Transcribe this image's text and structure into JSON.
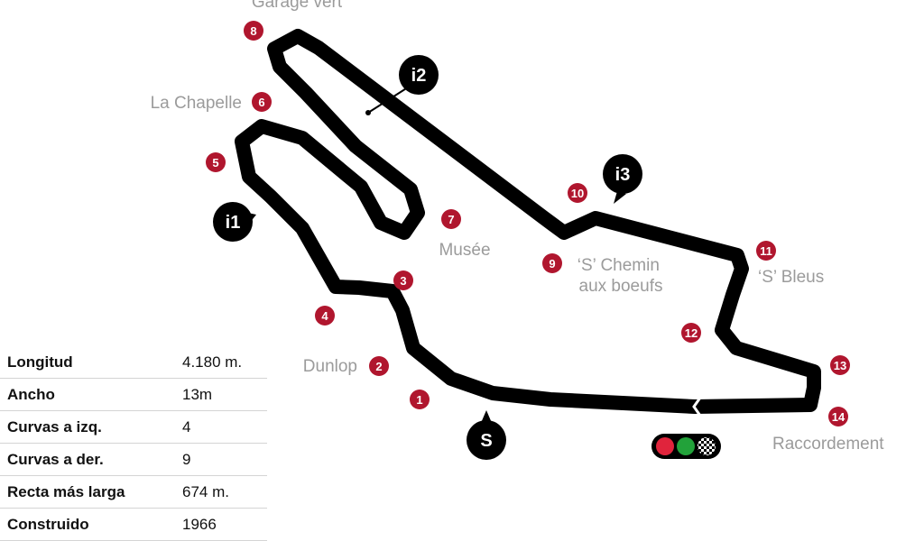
{
  "track": {
    "corners": [
      {
        "num": "1"
      },
      {
        "num": "2",
        "name": "Dunlop"
      },
      {
        "num": "3"
      },
      {
        "num": "4"
      },
      {
        "num": "5"
      },
      {
        "num": "6",
        "name": "La Chapelle"
      },
      {
        "num": "7",
        "name": "Musée"
      },
      {
        "num": "8",
        "name": "Garage vert"
      },
      {
        "num": "9",
        "name": "‘S’ Chemin aux boeufs"
      },
      {
        "num": "10"
      },
      {
        "num": "11",
        "name": "‘S’ Bleus"
      },
      {
        "num": "12"
      },
      {
        "num": "13"
      },
      {
        "num": "14",
        "name": "Raccordement"
      }
    ],
    "intermediates": [
      "i1",
      "i2",
      "i3"
    ],
    "start_label": "S",
    "colors": {
      "track": "#000000",
      "corner_badge": "#b0162e",
      "label": "#9b9b9b",
      "light_red": "#e0243c",
      "light_green": "#22a23a"
    }
  },
  "specs": [
    {
      "label": "Longitud",
      "value": "4.180 m."
    },
    {
      "label": "Ancho",
      "value": "13m"
    },
    {
      "label": "Curvas a izq.",
      "value": "4"
    },
    {
      "label": "Curvas a der.",
      "value": "9"
    },
    {
      "label": "Recta más larga",
      "value": "674 m."
    },
    {
      "label": "Construido",
      "value": "1966"
    }
  ]
}
